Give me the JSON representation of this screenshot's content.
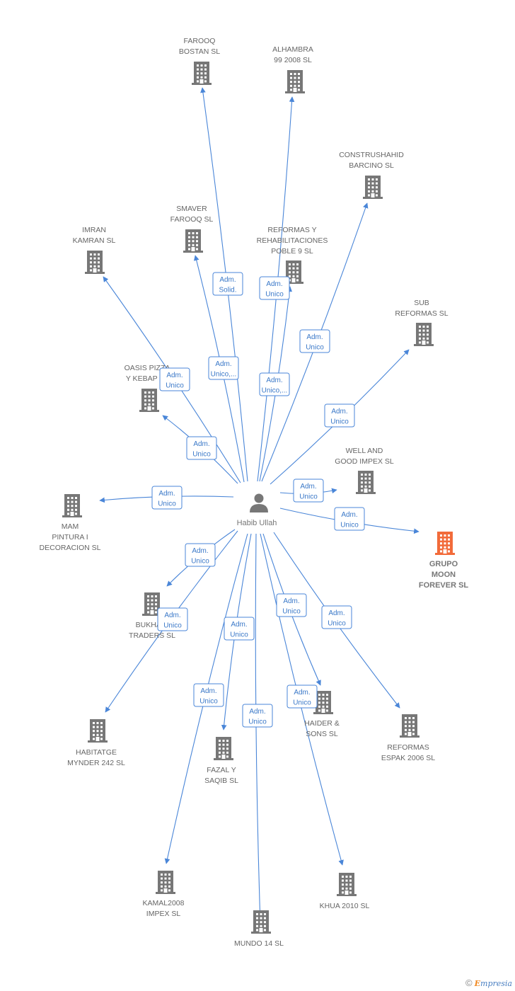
{
  "center": {
    "name": "Habib Ullah",
    "icon": "person-icon"
  },
  "colors": {
    "edge": "#4a86d8",
    "building": "#777777",
    "highlight": "#f26b3a"
  },
  "nodes": [
    {
      "id": "farooq-bostan",
      "lines": [
        "FAROOQ",
        "BOSTAN SL"
      ],
      "role": [
        "Adm.",
        "Solid."
      ],
      "highlight": false
    },
    {
      "id": "alhambra",
      "lines": [
        "ALHAMBRA",
        "99 2008 SL"
      ],
      "role": [
        "Adm.",
        "Unico"
      ],
      "highlight": false
    },
    {
      "id": "construshahid",
      "lines": [
        "CONSTRUSHAHID",
        "BARCINO SL"
      ],
      "role": [
        "Adm.",
        "Unico"
      ],
      "highlight": false
    },
    {
      "id": "smaver",
      "lines": [
        "SMAVER",
        "FAROOQ SL"
      ],
      "role": [
        "Adm.",
        "Unico,..."
      ],
      "highlight": false
    },
    {
      "id": "reformas-rehab",
      "lines": [
        "REFORMAS Y",
        "REHABILITACIONES",
        "POBLE 9 SL"
      ],
      "role": [
        "Adm.",
        "Unico,..."
      ],
      "highlight": false
    },
    {
      "id": "imran",
      "lines": [
        "IMRAN",
        "KAMRAN SL"
      ],
      "role": [
        "Adm.",
        "Unico"
      ],
      "highlight": false
    },
    {
      "id": "sub-reformas",
      "lines": [
        "SUB",
        "REFORMAS SL"
      ],
      "role": [
        "Adm.",
        "Unico"
      ],
      "highlight": false
    },
    {
      "id": "oasis",
      "lines": [
        "OASIS PIZZA",
        "Y KEBAP SL"
      ],
      "role": [
        "Adm.",
        "Unico"
      ],
      "highlight": false
    },
    {
      "id": "well-good",
      "lines": [
        "WELL AND",
        "GOOD IMPEX SL"
      ],
      "role": [
        "Adm.",
        "Unico"
      ],
      "highlight": false
    },
    {
      "id": "mam",
      "lines": [
        "MAM",
        "PINTURA I",
        "DECORACION SL"
      ],
      "role": [
        "Adm.",
        "Unico"
      ],
      "highlight": false
    },
    {
      "id": "grupo-moon",
      "lines": [
        "GRUPO",
        "MOON",
        "FOREVER SL"
      ],
      "role": [
        "Adm.",
        "Unico"
      ],
      "highlight": true
    },
    {
      "id": "bukhari",
      "lines": [
        "BUKHARI",
        "TRADERS SL"
      ],
      "role": [
        "Adm.",
        "Unico"
      ],
      "highlight": false
    },
    {
      "id": "habitatge",
      "lines": [
        "HABITATGE",
        "MYNDER 242 SL"
      ],
      "role": [
        "Adm.",
        "Unico"
      ],
      "highlight": false
    },
    {
      "id": "fazal",
      "lines": [
        "FAZAL Y",
        "SAQIB SL"
      ],
      "role": [
        "Adm.",
        "Unico"
      ],
      "highlight": false
    },
    {
      "id": "haider",
      "lines": [
        "HAIDER &",
        "SONS SL"
      ],
      "role": [
        "Adm.",
        "Unico"
      ],
      "highlight": false
    },
    {
      "id": "reformas-espak",
      "lines": [
        "REFORMAS",
        "ESPAK 2006 SL"
      ],
      "role": [
        "Adm.",
        "Unico"
      ],
      "highlight": false
    },
    {
      "id": "kamal",
      "lines": [
        "KAMAL2008",
        "IMPEX SL"
      ],
      "role": [
        "Adm.",
        "Unico"
      ],
      "highlight": false
    },
    {
      "id": "mundo",
      "lines": [
        "MUNDO 14 SL"
      ],
      "role": [
        "Adm.",
        "Unico"
      ],
      "highlight": false
    },
    {
      "id": "khua",
      "lines": [
        "KHUA 2010 SL"
      ],
      "role": [
        "Adm.",
        "Unico"
      ],
      "highlight": false
    }
  ],
  "footer": {
    "copyright": "©",
    "brand_first": "E",
    "brand_rest": "mpresia"
  }
}
